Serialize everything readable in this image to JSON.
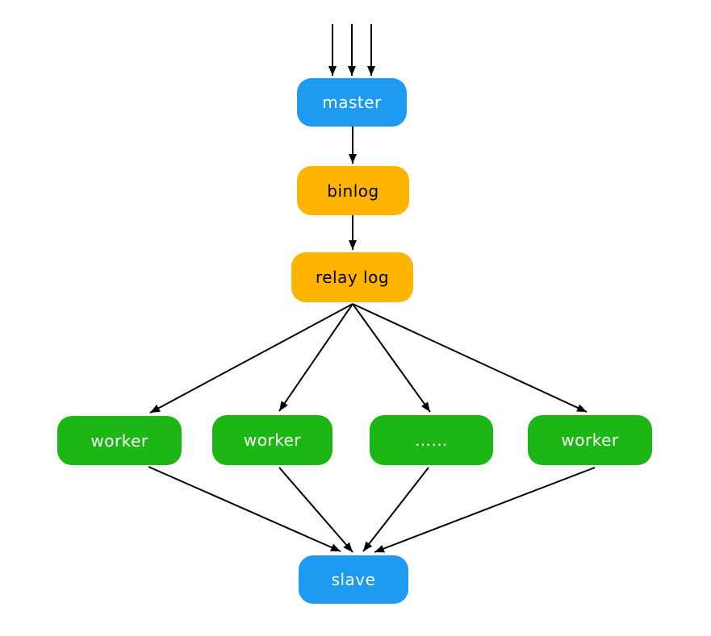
{
  "diagram": {
    "colors": {
      "blue": "#1E9BF0",
      "orange": "#FFB500",
      "green": "#1CB714",
      "arrow": "#000000",
      "text_light": "#FFFFFF",
      "text_dark": "#000000",
      "background": "#FFFFFF"
    },
    "nodes": [
      {
        "id": "master",
        "label": "master",
        "color": "blue"
      },
      {
        "id": "binlog",
        "label": "binlog",
        "color": "orange"
      },
      {
        "id": "relay-log",
        "label": "relay log",
        "color": "orange"
      },
      {
        "id": "worker-1",
        "label": "worker",
        "color": "green"
      },
      {
        "id": "worker-2",
        "label": "worker",
        "color": "green"
      },
      {
        "id": "worker-ellipsis",
        "label": "……",
        "color": "green"
      },
      {
        "id": "worker-4",
        "label": "worker",
        "color": "green"
      },
      {
        "id": "slave",
        "label": "slave",
        "color": "blue"
      }
    ]
  }
}
